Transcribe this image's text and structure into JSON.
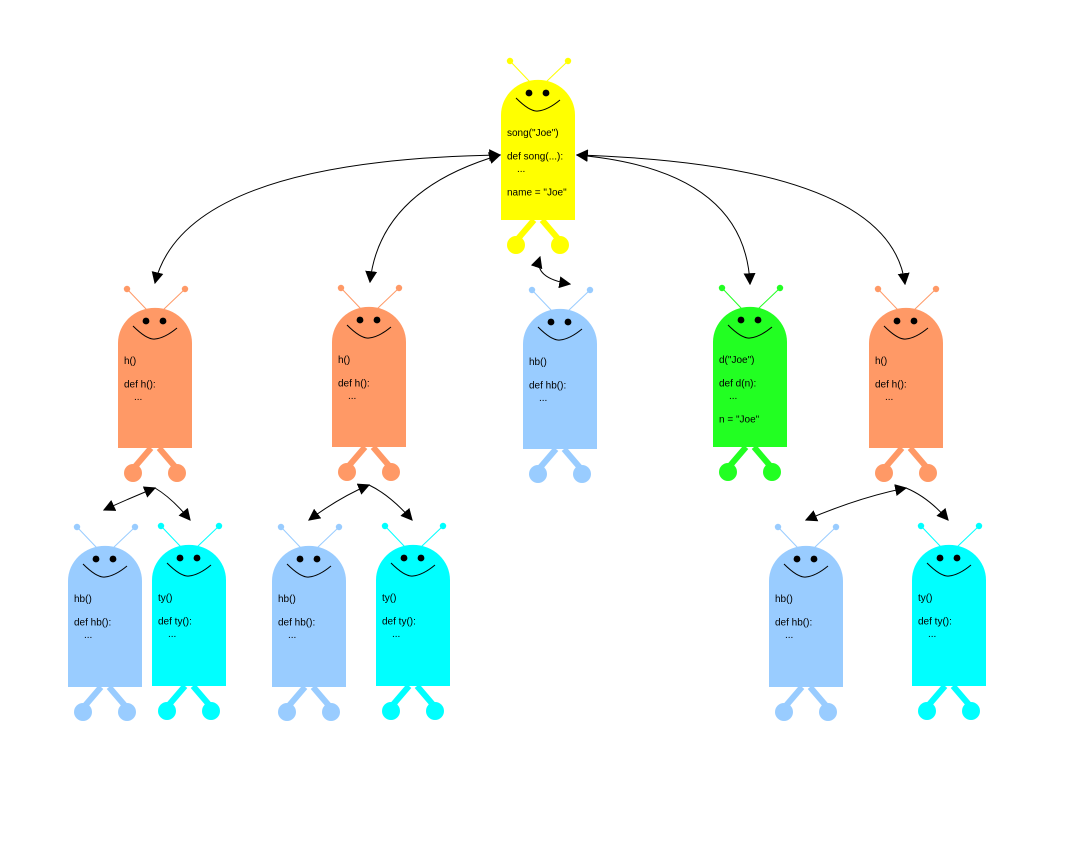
{
  "colors": {
    "yellow": "#ffff00",
    "orange": "#ff9966",
    "lightblue": "#99ccff",
    "green": "#22ff22",
    "cyan": "#00ffff",
    "arrow": "#000000"
  },
  "robots": [
    {
      "id": "root",
      "color": "yellow",
      "lines": [
        "song(\"Joe\")",
        "",
        "def song(...):",
        "  ...",
        "",
        "name = \"Joe\""
      ]
    },
    {
      "id": "l1-a",
      "color": "orange",
      "lines": [
        "h()",
        "",
        "def h():",
        "  ..."
      ]
    },
    {
      "id": "l1-b",
      "color": "orange",
      "lines": [
        "h()",
        "",
        "def h():",
        "  ..."
      ]
    },
    {
      "id": "l1-c",
      "color": "lightblue",
      "lines": [
        "hb()",
        "",
        "def hb():",
        "  ..."
      ]
    },
    {
      "id": "l1-d",
      "color": "green",
      "lines": [
        "d(\"Joe\")",
        "",
        "def d(n):",
        "  ...",
        "",
        "n = \"Joe\""
      ]
    },
    {
      "id": "l1-e",
      "color": "orange",
      "lines": [
        "h()",
        "",
        "def h():",
        "  ..."
      ]
    },
    {
      "id": "l2-a1",
      "color": "lightblue",
      "lines": [
        "hb()",
        "",
        "def hb():",
        "  ..."
      ]
    },
    {
      "id": "l2-a2",
      "color": "cyan",
      "lines": [
        "ty()",
        "",
        "def ty():",
        "  ..."
      ]
    },
    {
      "id": "l2-b1",
      "color": "lightblue",
      "lines": [
        "hb()",
        "",
        "def hb():",
        "  ..."
      ]
    },
    {
      "id": "l2-b2",
      "color": "cyan",
      "lines": [
        "ty()",
        "",
        "def ty():",
        "  ..."
      ]
    },
    {
      "id": "l2-e1",
      "color": "lightblue",
      "lines": [
        "hb()",
        "",
        "def hb():",
        "  ..."
      ]
    },
    {
      "id": "l2-e2",
      "color": "cyan",
      "lines": [
        "ty()",
        "",
        "def ty():",
        "  ..."
      ]
    }
  ],
  "connections": [
    {
      "from": "root",
      "to": "l1-a"
    },
    {
      "from": "root",
      "to": "l1-b"
    },
    {
      "from": "root",
      "to": "l1-c"
    },
    {
      "from": "root",
      "to": "l1-d"
    },
    {
      "from": "root",
      "to": "l1-e"
    },
    {
      "from": "l1-a",
      "to": "l2-a1"
    },
    {
      "from": "l1-a",
      "to": "l2-a2"
    },
    {
      "from": "l1-b",
      "to": "l2-b1"
    },
    {
      "from": "l1-b",
      "to": "l2-b2"
    },
    {
      "from": "l1-e",
      "to": "l2-e1"
    },
    {
      "from": "l1-e",
      "to": "l2-e2"
    }
  ]
}
